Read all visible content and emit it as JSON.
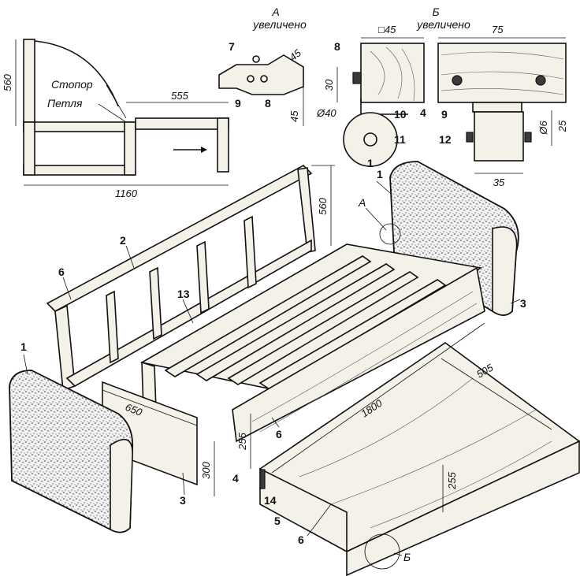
{
  "detail_a": {
    "title": "А",
    "subtitle": "увеличено"
  },
  "detail_b": {
    "title": "Б",
    "subtitle": "увеличено"
  },
  "side_view": {
    "dims": {
      "height": "560",
      "seat": "555",
      "total": "1160"
    },
    "labels": {
      "stopper": "Стопор",
      "hinge": "Петля"
    }
  },
  "detail_a_dims": {
    "d45a": "45",
    "d45b": "45"
  },
  "detail_b_dims": {
    "sq": "□45",
    "w75": "75",
    "h30": "30",
    "dia40": "Ø40",
    "d6": "Ø6",
    "h25": "25",
    "w35": "35"
  },
  "main_dims": {
    "h560": "560",
    "d650": "650",
    "h300": "300",
    "h255a": "255",
    "len1800": "1800",
    "w505": "505",
    "h255b": "255"
  },
  "part_numbers": {
    "p1_top": "1",
    "p1_left": "1",
    "p2": "2",
    "p3_right": "3",
    "p3_left": "3",
    "p4": "4",
    "p5": "5",
    "p6_back": "6",
    "p6_front": "6",
    "p6_drawer": "6",
    "p7": "7",
    "p8a": "8",
    "p8b": "8",
    "p9a": "9",
    "p9b": "9",
    "p10": "10",
    "p11": "11",
    "p12": "12",
    "p13": "13",
    "p14": "14",
    "p1_mid": "1",
    "p4_b": "4",
    "callout_a": "А",
    "callout_b": "Б"
  }
}
